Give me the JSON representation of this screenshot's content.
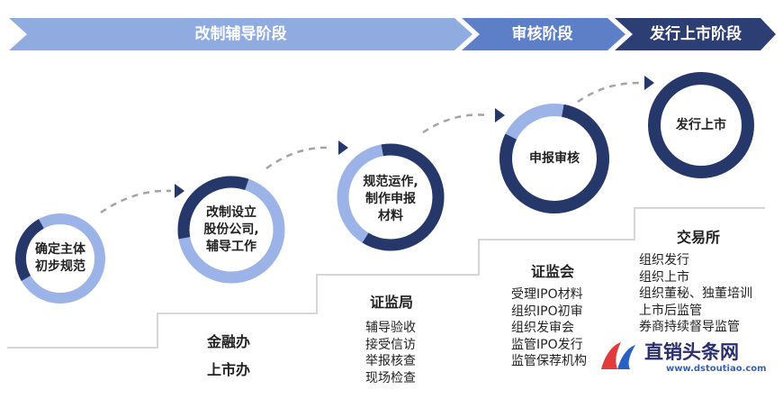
{
  "stages": {
    "stage1": "改制辅导阶段",
    "stage2": "审核阶段",
    "stage3": "发行上市阶段"
  },
  "nodes": {
    "n1": [
      "确定主体",
      "初步规范"
    ],
    "n2": [
      "改制设立",
      "股份公司,",
      "辅导工作"
    ],
    "n3": [
      "规范运作,",
      "制作申报",
      "材料"
    ],
    "n4": [
      "申报审核"
    ],
    "n5": [
      "发行上市"
    ]
  },
  "bodies": {
    "jinrongban": {
      "lines": [
        "金融办",
        "上市办"
      ]
    },
    "zhengjianju": {
      "title": "证监局",
      "items": [
        "辅导验收",
        "接受信访",
        "举报核查",
        "现场检查"
      ]
    },
    "zhengjianhui": {
      "title": "证监会",
      "items": [
        "受理IPO材料",
        "组织IPO初审",
        "组织发审会",
        "监管IPO发行",
        "监管保荐机构"
      ]
    },
    "jiaoyisuo": {
      "title": "交易所",
      "items": [
        "组织发行",
        "组织上市",
        "组织董秘、独董培训",
        "上市后监管",
        "券商持续督导监管"
      ]
    }
  },
  "watermark": {
    "brand": "直销头条网",
    "url": "www.dstoutiao.com"
  },
  "colors": {
    "stage_light": "#8fabe0",
    "stage_mid": "#5d7fc8",
    "stage_dark": "#26376a",
    "ring_dark": "#26376a",
    "ring_light": "#9bb3e6"
  }
}
